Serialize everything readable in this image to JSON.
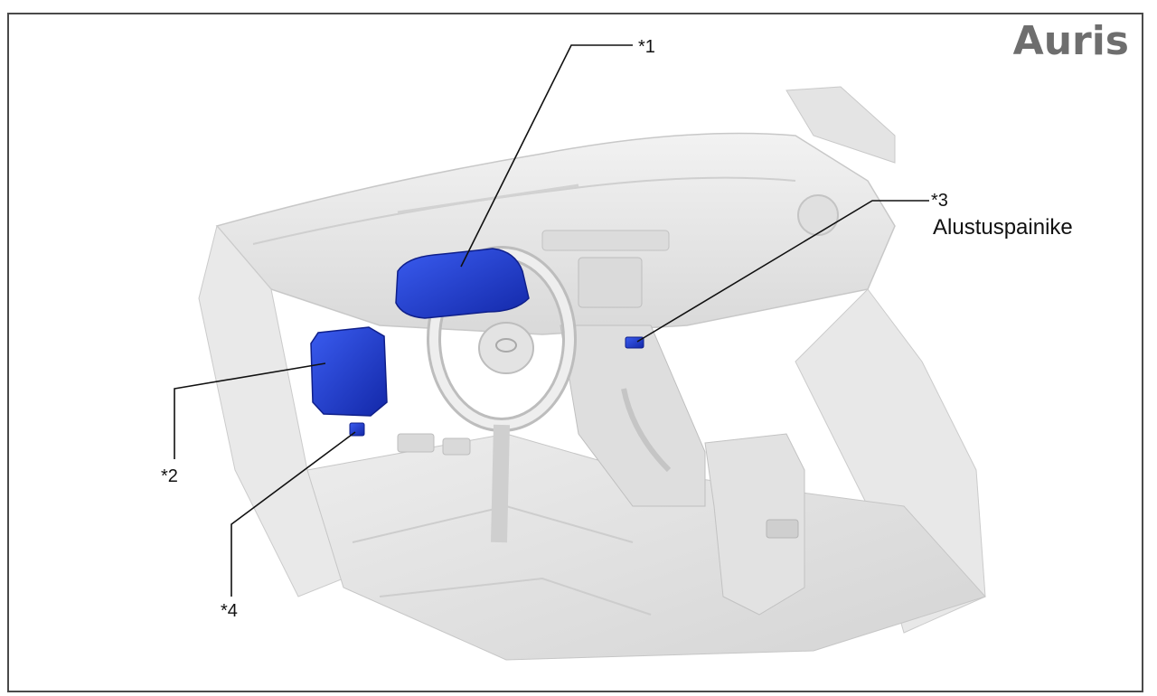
{
  "brand": {
    "text": "Auris"
  },
  "callouts": {
    "c1": {
      "label": "*1"
    },
    "c2": {
      "label": "*2"
    },
    "c3": {
      "label": "*3",
      "sublabel": "Alustuspainike"
    },
    "c4": {
      "label": "*4"
    }
  },
  "colors": {
    "highlight": "#1f3fd6",
    "interior": "#e6e6e6",
    "frame": "#4a4a4a"
  }
}
